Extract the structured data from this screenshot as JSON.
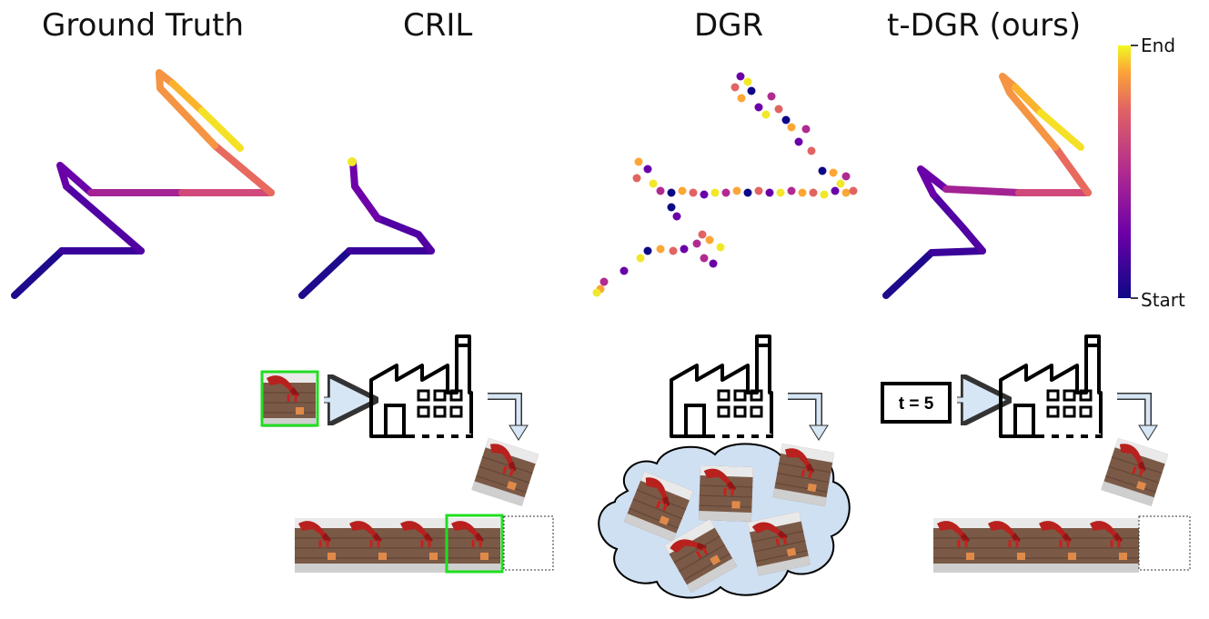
{
  "titles": {
    "ground_truth": "Ground Truth",
    "cril": "CRIL",
    "dgr": "DGR",
    "tdgr": "t-DGR (ours)"
  },
  "colorbar": {
    "end_label": "End",
    "start_label": "Start",
    "colormap": "plasma"
  },
  "timestep_box": {
    "label": "t = 5"
  },
  "icons": [
    "factory-icon",
    "arrow-right-icon",
    "arrow-down-icon",
    "cloud-icon",
    "robot-frame-image"
  ],
  "colors": {
    "highlight": "#22dd22",
    "cloud": "#cfe0f2",
    "arrow": "#d6e6f5"
  }
}
